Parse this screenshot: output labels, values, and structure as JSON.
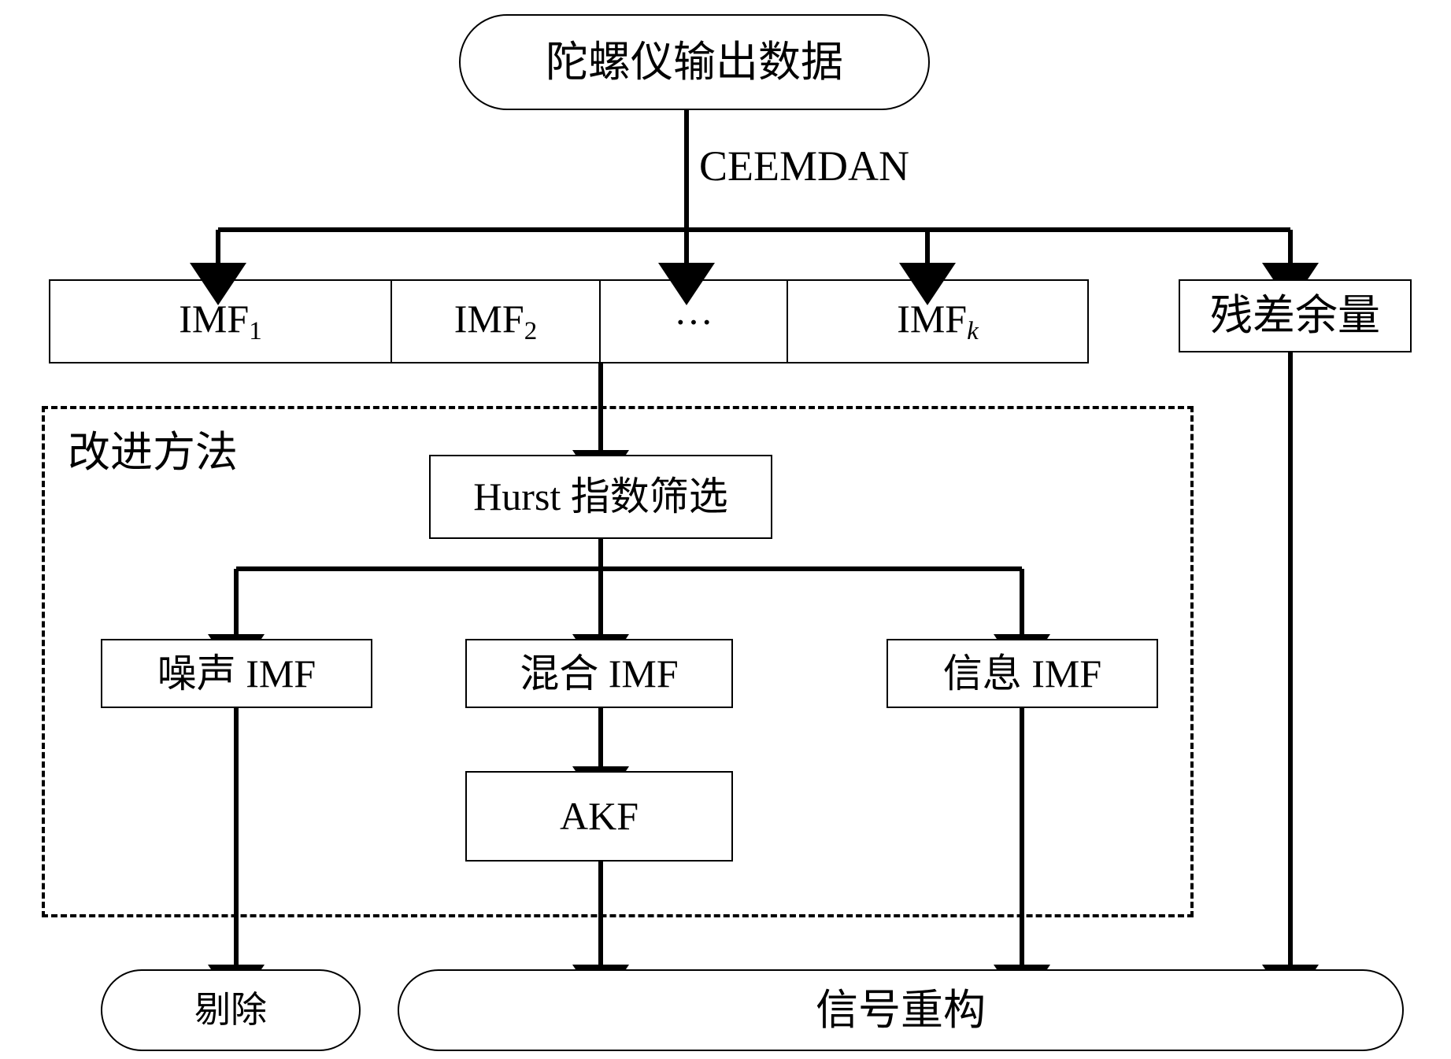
{
  "diagram": {
    "title_node": {
      "label": "陀螺仪输出数据"
    },
    "decomposition_label": "CEEMDAN",
    "imf_row": {
      "cells": [
        {
          "base": "IMF",
          "sub": "1",
          "sub_italic": false
        },
        {
          "base": "IMF",
          "sub": "2",
          "sub_italic": false
        },
        {
          "base": "···",
          "sub": "",
          "sub_italic": false
        },
        {
          "base": "IMF",
          "sub": "k",
          "sub_italic": true
        }
      ]
    },
    "residual_node": {
      "label": "残差余量"
    },
    "improved_group": {
      "label": "改进方法"
    },
    "hurst_node": {
      "label": "Hurst 指数筛选"
    },
    "classified": [
      {
        "label": "噪声 IMF"
      },
      {
        "label": "混合 IMF"
      },
      {
        "label": "信息 IMF"
      }
    ],
    "filter_node": {
      "label": "AKF"
    },
    "outputs": [
      {
        "label": "剔除"
      },
      {
        "label": "信号重构"
      }
    ],
    "colors": {
      "stroke": "#000000",
      "background": "#ffffff",
      "dashed_stroke": "#000000"
    }
  }
}
